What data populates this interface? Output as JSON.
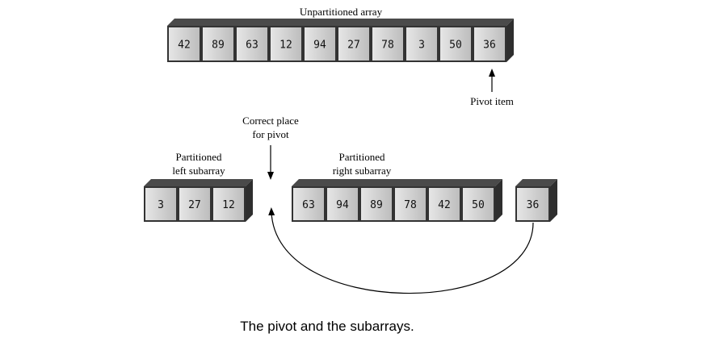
{
  "unpartitioned": {
    "label": "Unpartitioned array",
    "values": [
      "42",
      "89",
      "63",
      "12",
      "94",
      "27",
      "78",
      "3",
      "50",
      "36"
    ]
  },
  "pivot_label": "Pivot item",
  "correct_place_label": [
    "Correct place",
    "for pivot"
  ],
  "left_subarray": {
    "label": [
      "Partitioned",
      "left subarray"
    ],
    "values": [
      "3",
      "27",
      "12"
    ]
  },
  "right_subarray": {
    "label": [
      "Partitioned",
      "right subarray"
    ],
    "values": [
      "63",
      "94",
      "89",
      "78",
      "42",
      "50"
    ]
  },
  "pivot_cell": "36",
  "caption": "The pivot and the subarrays."
}
